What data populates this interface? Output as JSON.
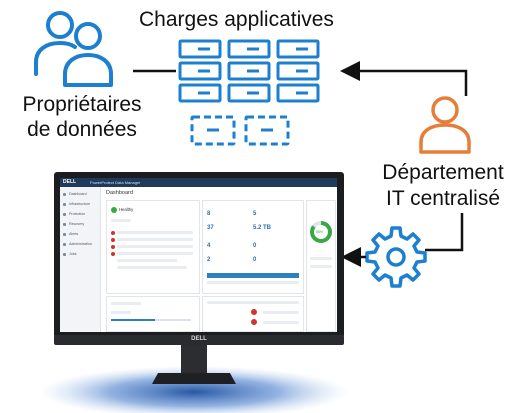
{
  "diagram": {
    "workloads_label": "Charges applicatives",
    "data_owners_label_line1": "Propriétaires",
    "data_owners_label_line2": "de données",
    "it_department_label_line1": "Département",
    "it_department_label_line2": "IT centralisé"
  },
  "colors": {
    "icon_blue": "#1d7fd0",
    "person_orange": "#e67e3a",
    "arrow_black": "#111111",
    "screen_header": "#1f3a5a",
    "monitor_frame": "#1c1d20",
    "health_green": "#3aa845",
    "alert_red": "#d0342c",
    "glow_blue": "#3b74c8"
  },
  "icons": {
    "data_owners": "two-users-icon",
    "workloads_active": "server-rack-icon",
    "workloads_virtual": "virtual-server-icon",
    "it_admin": "single-user-icon",
    "management_gear": "gear-icon",
    "display": "monitor-icon"
  },
  "screen": {
    "brand": "DELL",
    "app_name": "PowerProtect Data Manager",
    "page_title": "Dashboard",
    "health_status": "Healthy",
    "nav_items": [
      "Dashboard",
      "Infrastructure",
      "Protection",
      "Recovery",
      "Alerts",
      "Administration",
      "Jobs"
    ],
    "stat_values": [
      "8",
      "5",
      "37",
      "5.2 TB",
      "4",
      "0",
      "2",
      "0"
    ],
    "gauge_value": "85%",
    "monitor_logo": "DELL"
  }
}
